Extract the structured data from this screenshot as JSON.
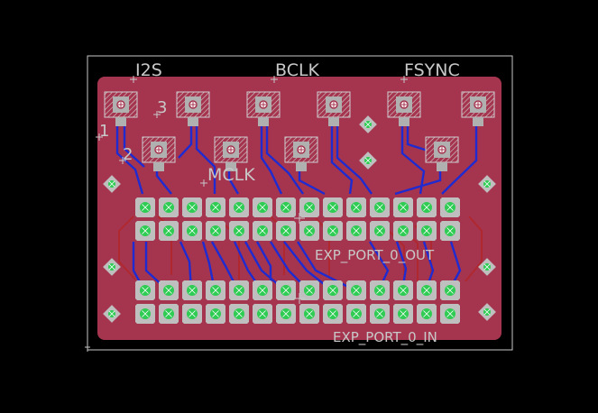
{
  "labels": {
    "i2s": "I2S",
    "bclk": "BCLK",
    "fsync": "FSYNC",
    "mclk": "MCLK",
    "pin1": "1",
    "pin2": "2",
    "pin3": "3",
    "port_out": "EXP_PORT_0_OUT",
    "port_in": "EXP_PORT_0_IN"
  },
  "colors": {
    "background": "#000000",
    "board": "#a5354f",
    "outline": "#c8c8c8",
    "silk": "#c8c8c8",
    "top_trace": "#1f2bd0",
    "bottom_trace": "#b0282f",
    "pad": "#bfbfbf",
    "via": "#2ecc52",
    "smd_pad": "#b0b0b0"
  },
  "connectors": [
    {
      "name": "EXP_PORT_0_OUT",
      "rows": 2,
      "cols": 14
    },
    {
      "name": "EXP_PORT_0_IN",
      "rows": 2,
      "cols": 14
    }
  ]
}
